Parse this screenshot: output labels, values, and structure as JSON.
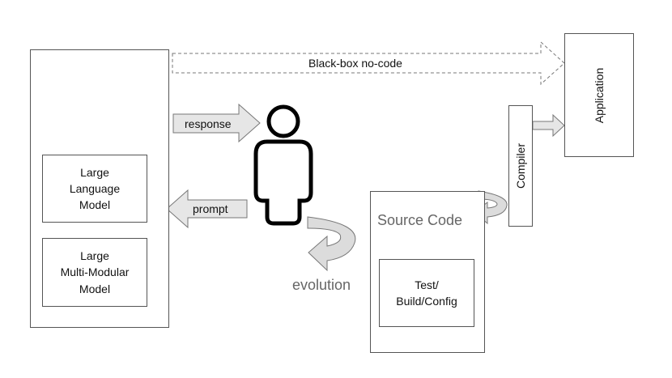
{
  "diagram": {
    "llm_label": "Large\nLanguage\nModel",
    "lmm_label": "Large\nMulti-Modular\nModel",
    "application_label": "Application",
    "compiler_label": "Compiler",
    "source_code_label": "Source Code",
    "test_build_config_label": "Test/\nBuild/Config",
    "black_box_label": "Black-box no-code",
    "response_label": "response",
    "prompt_label": "prompt",
    "evolution_label": "evolution"
  },
  "colors": {
    "border": "#555555",
    "arrow_fill": "#e6e6e6",
    "person_stroke": "#000000",
    "muted_text": "#666666"
  }
}
